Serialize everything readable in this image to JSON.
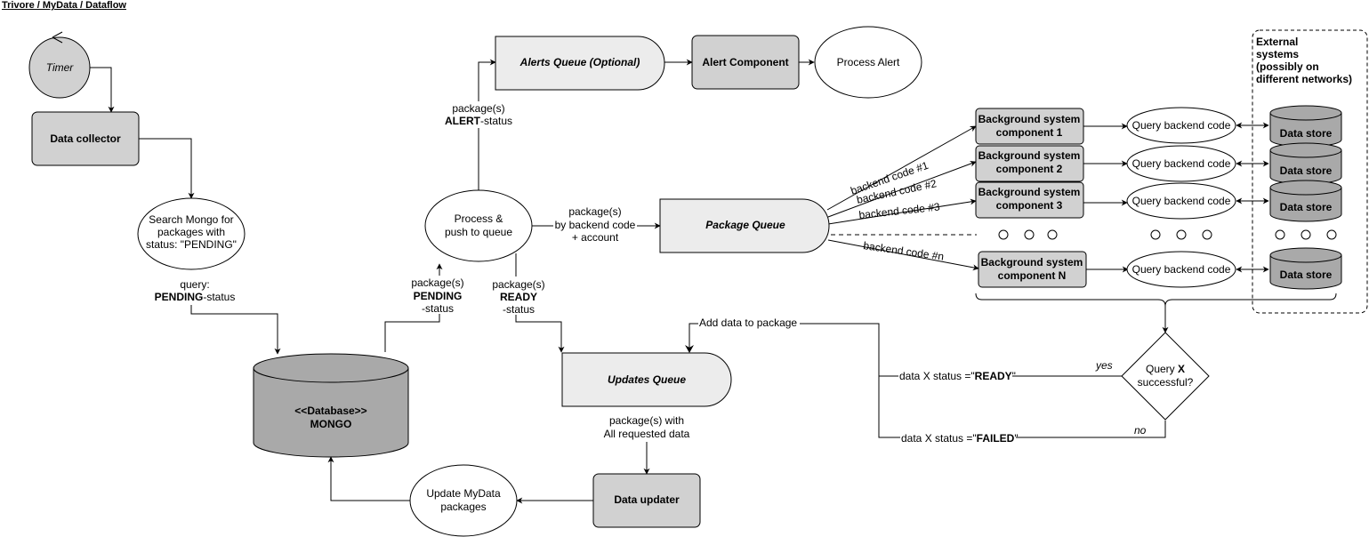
{
  "breadcrumb": "Trivore / MyData / Dataflow",
  "nodes": {
    "timer": "Timer",
    "data_collector": "Data collector",
    "search_mongo": [
      "Search Mongo for",
      "packages with",
      "status: \"PENDING\""
    ],
    "database": [
      "<<Database>>",
      "MONGO"
    ],
    "process_push": [
      "Process &",
      "push to queue"
    ],
    "alerts_queue": "Alerts Queue (Optional)",
    "alert_component": "Alert Component",
    "process_alert": "Process Alert",
    "package_queue": "Package Queue",
    "updates_queue": "Updates Queue",
    "data_updater": "Data updater",
    "update_mydata": [
      "Update MyData",
      "packages"
    ],
    "bg_components": [
      [
        "Background system",
        "component 1"
      ],
      [
        "Background system",
        "component 2"
      ],
      [
        "Background system",
        "component 3"
      ],
      [
        "Background system",
        "component N"
      ]
    ],
    "query_backend": "Query backend code",
    "data_store": "Data store",
    "external_systems": [
      "External",
      "systems",
      "(possibly on",
      "different networks)"
    ],
    "query_decision": {
      "line1_prefix": "Query ",
      "line1_bold": "X",
      "line2": "successful?"
    }
  },
  "labels": {
    "query_pending": {
      "line1": "query:",
      "bold": "PENDING",
      "rest": "-status"
    },
    "alert_status": {
      "line1": "package(s)",
      "bold": "ALERT",
      "rest": "-status"
    },
    "pending_status": {
      "line1": "package(s)",
      "bold": "PENDING",
      "line3": "-status"
    },
    "ready_status": {
      "line1": "package(s)",
      "bold": "READY",
      "line3": "-status"
    },
    "by_backend": [
      "package(s)",
      "by backend code",
      "+ account"
    ],
    "backend_codes": [
      "backend code #1",
      "backend code #2",
      "backend code #3",
      "backend code #n"
    ],
    "all_requested": [
      "package(s) with",
      "All requested data"
    ],
    "add_data": "Add data to package",
    "ready_data": {
      "prefix": "data X status =\"",
      "bold": "READY",
      "suffix": "\""
    },
    "failed_data": {
      "prefix": "data X status =\"",
      "bold": "FAILED",
      "suffix": "\""
    },
    "yes": "yes",
    "no": "no"
  }
}
